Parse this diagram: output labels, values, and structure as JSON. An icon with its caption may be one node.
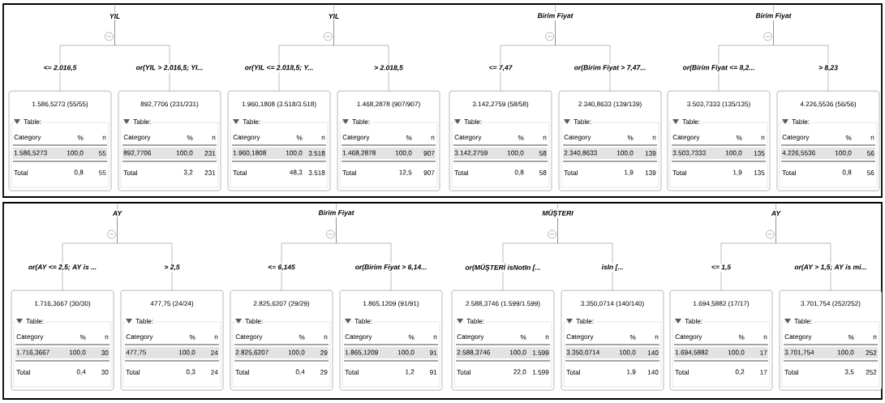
{
  "diagram": {
    "nodes": [
      {
        "text": [
          "YIL"
        ]
      },
      {
        "text": [
          "YIL"
        ]
      },
      {
        "text": [
          "Birim Fiyat"
        ]
      },
      {
        "text": [
          "Birim Fiyat"
        ]
      },
      {
        "text": [
          "1.586,5273 (55/55)",
          "Table:",
          "Category",
          "%",
          "n",
          "1.586,5273",
          "100,0",
          "55",
          "Total",
          "0,8",
          "55"
        ]
      },
      {
        "text": [
          "892,7706 (231/231)",
          "Table:",
          "Category",
          "%",
          "n",
          "892,7706",
          "100,0",
          "231",
          "Total",
          "3,2",
          "231"
        ]
      },
      {
        "text": [
          "1.960,1808 (3.518/3.518)",
          "Table:",
          "Category",
          "%",
          "n",
          "1.960,1808",
          "100,0",
          "3.518",
          "Total",
          "48,3",
          "3.518"
        ]
      },
      {
        "text": [
          "1.468,2878 (907/907)",
          "Table:",
          "Category",
          "%",
          "n",
          "1.468,2878",
          "100,0",
          "907",
          "Total",
          "12,5",
          "907"
        ]
      },
      {
        "text": [
          "3.142,2759 (58/58)",
          "Table:",
          "Category",
          "%",
          "n",
          "3.142,2759",
          "100,0",
          "58",
          "Total",
          "0,8",
          "58"
        ]
      },
      {
        "text": [
          "2.340,8633 (139/139)",
          "Table:",
          "Category",
          "%",
          "n",
          "2.340,8633",
          "100,0",
          "139",
          "Total",
          "1,9",
          "139"
        ]
      },
      {
        "text": [
          "3.503,7333 (135/135)",
          "Table:",
          "Category",
          "%",
          "n",
          "3.503,7333",
          "100,0",
          "135",
          "Total",
          "1,9",
          "135"
        ]
      },
      {
        "text": [
          "4.226,5536 (56/56)",
          "Table:",
          "Category",
          "%",
          "n",
          "4.226,5536",
          "100,0",
          "56",
          "Total",
          "0,8",
          "56"
        ]
      },
      {
        "text": [
          "AY"
        ]
      },
      {
        "text": [
          "Birim Fiyat"
        ]
      },
      {
        "text": [
          "MÜŞTERI"
        ]
      },
      {
        "text": [
          "AY"
        ]
      },
      {
        "text": [
          "1.716,3667 (30/30)",
          "Table:",
          "Category",
          "%",
          "n",
          "1.716,3667",
          "100,0",
          "30",
          "Total",
          "0,4",
          "30"
        ]
      },
      {
        "text": [
          "477,75 (24/24)",
          "Table:",
          "Category",
          "%",
          "n",
          "477,75",
          "100,0",
          "24",
          "Total",
          "0,3",
          "24"
        ]
      },
      {
        "text": [
          "2.825,6207 (29/29)",
          "Table:",
          "Category",
          "%",
          "n",
          "2.825,6207",
          "100,0",
          "29",
          "Total",
          "0,4",
          "29"
        ]
      },
      {
        "text": [
          "1.865,1209 (91/91)",
          "Table:",
          "Category",
          "%",
          "n",
          "1.865,1209",
          "100,0",
          "91",
          "Total",
          "1,2",
          "91"
        ]
      },
      {
        "text": [
          "2.588,3746 (1.599/1.599)",
          "Table:",
          "Category",
          "%",
          "n",
          "2.588,3746",
          "100,0",
          "1.599",
          "Total",
          "22,0",
          "1.599"
        ]
      },
      {
        "text": [
          "3.350,0714 (140/140)",
          "Table:",
          "Category",
          "%",
          "n",
          "3.350,0714",
          "100,0",
          "140",
          "Total",
          "1,9",
          "140"
        ]
      },
      {
        "text": [
          "1.694,5882 (17/17)",
          "Table:",
          "Category",
          "%",
          "n",
          "1.694,5882",
          "100,0",
          "17",
          "Total",
          "0,2",
          "17"
        ]
      },
      {
        "text": [
          "3.701,754 (252/252)",
          "Table:",
          "Category",
          "%",
          "n",
          "3.701,754",
          "100,0",
          "252",
          "Total",
          "3,5",
          "252"
        ]
      }
    ],
    "edges": [
      {
        "from": 0,
        "to": 4,
        "arrow": "none",
        "label": "<= 2.016,5"
      },
      {
        "from": 0,
        "to": 5,
        "arrow": "none",
        "label": "or(YIL > 2.016,5; YI..."
      },
      {
        "from": 1,
        "to": 6,
        "arrow": "none",
        "label": "or(YIL <= 2.018,5; Y..."
      },
      {
        "from": 1,
        "to": 7,
        "arrow": "none",
        "label": "> 2.018,5"
      },
      {
        "from": 2,
        "to": 8,
        "arrow": "none",
        "label": "<= 7,47"
      },
      {
        "from": 2,
        "to": 9,
        "arrow": "none",
        "label": "or(Birim Fiyat > 7,47..."
      },
      {
        "from": 3,
        "to": 10,
        "arrow": "none",
        "label": "or(Birim Fiyat <= 8,2..."
      },
      {
        "from": 3,
        "to": 11,
        "arrow": "none",
        "label": "> 8,23"
      },
      {
        "from": 12,
        "to": 16,
        "arrow": "none",
        "label": "or(AY <= 2,5; AY is ..."
      },
      {
        "from": 12,
        "to": 17,
        "arrow": "none",
        "label": "> 2,5"
      },
      {
        "from": 13,
        "to": 18,
        "arrow": "none",
        "label": "<= 6,145"
      },
      {
        "from": 13,
        "to": 19,
        "arrow": "none",
        "label": "or(Birim Fiyat > 6,14..."
      },
      {
        "from": 14,
        "to": 20,
        "arrow": "none",
        "label": "or(MÜŞTERİ isNotIn [..."
      },
      {
        "from": 14,
        "to": 21,
        "arrow": "none",
        "label": "isIn [..."
      },
      {
        "from": 15,
        "to": 22,
        "arrow": "none",
        "label": "<= 1,5"
      },
      {
        "from": 15,
        "to": 23,
        "arrow": "none",
        "label": "or(AY > 1,5; AY is mi..."
      }
    ]
  }
}
